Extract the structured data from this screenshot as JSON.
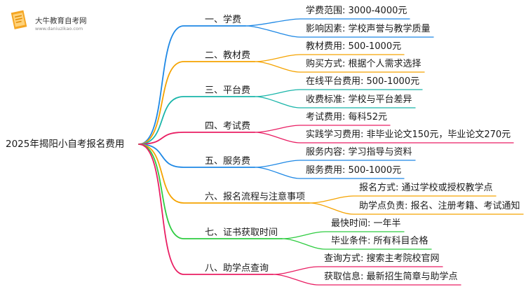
{
  "logo": {
    "title": "大牛教育自考网",
    "url": "www.daniuzikao.com",
    "icon": "book-icon",
    "color": "#f5a623"
  },
  "root": "2025年揭阳小自考报名费用",
  "branches": [
    {
      "label": "一、学费",
      "color": "#1e88e5",
      "children": [
        "学费范围: 3000-4000元",
        "影响因素: 学校声誉与教学质量"
      ]
    },
    {
      "label": "二、教材费",
      "color": "#f5a300",
      "children": [
        "教材费用: 500-1000元",
        "购买方式: 根据个人需求选择"
      ]
    },
    {
      "label": "三、平台费",
      "color": "#19b5a9",
      "children": [
        "在线平台费用: 500-1000元",
        "收费标准: 学校与平台差异"
      ]
    },
    {
      "label": "四、考试费",
      "color": "#e91e63",
      "children": [
        "考试费用: 每科52元",
        "实践学习费用: 非毕业论文150元，毕业论文270元"
      ]
    },
    {
      "label": "五、服务费",
      "color": "#1e88e5",
      "children": [
        "服务内容: 学习指导与资料",
        "服务费用: 500-1000元"
      ]
    },
    {
      "label": "六、报名流程与注意事项",
      "color": "#f5a300",
      "children": [
        "报名方式: 通过学校或授权教学点",
        "助学点负责: 报名、注册考籍、考试通知"
      ]
    },
    {
      "label": "七、证书获取时间",
      "color": "#2ecc40",
      "children": [
        "最快时间: 一年半",
        "毕业条件: 所有科目合格"
      ]
    },
    {
      "label": "八、助学点查询",
      "color": "#e91e63",
      "children": [
        "查询方式: 搜索主考院校官网",
        "获取信息: 最新招生简章与助学点"
      ]
    }
  ]
}
